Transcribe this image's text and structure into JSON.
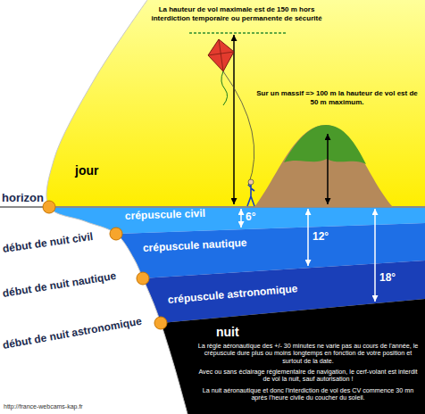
{
  "diagram": {
    "nodes": [
      {
        "text": [
          "jour"
        ]
      },
      {
        "text": [
          "crépuscule civil"
        ]
      },
      {
        "text": [
          "crépuscule nautique"
        ]
      },
      {
        "text": [
          "crépuscule astronomique"
        ]
      },
      {
        "text": [
          "nuit",
          "La règle aéronautique des +/- 30 minutes ne varie pas au cours de l'année, le crépuscule dure plus ou moins longtemps en fonction de votre position et surtout de la date.",
          "Avec ou sans éclairage réglementaire de navigation, le cerf-volant est interdit de vol la nuit, sauf autorisation !",
          "La nuit aéronautique et donc l'interdiction de vol des CV commence 30 mn après l'heure civile du coucher du soleil."
        ]
      }
    ],
    "labels": [
      "La hauteur de vol maximale est de 150 m hors interdiction temporaire ou permanente de sécurité",
      "Sur un massif => 100 m la hauteur de vol est de 50 m maximum.",
      "horizon",
      "début de nuit civil",
      "début de nuit nautique",
      "début de nuit astronomique",
      "6°",
      "12°",
      "18°",
      "http://france-webcams-kap.fr"
    ]
  }
}
